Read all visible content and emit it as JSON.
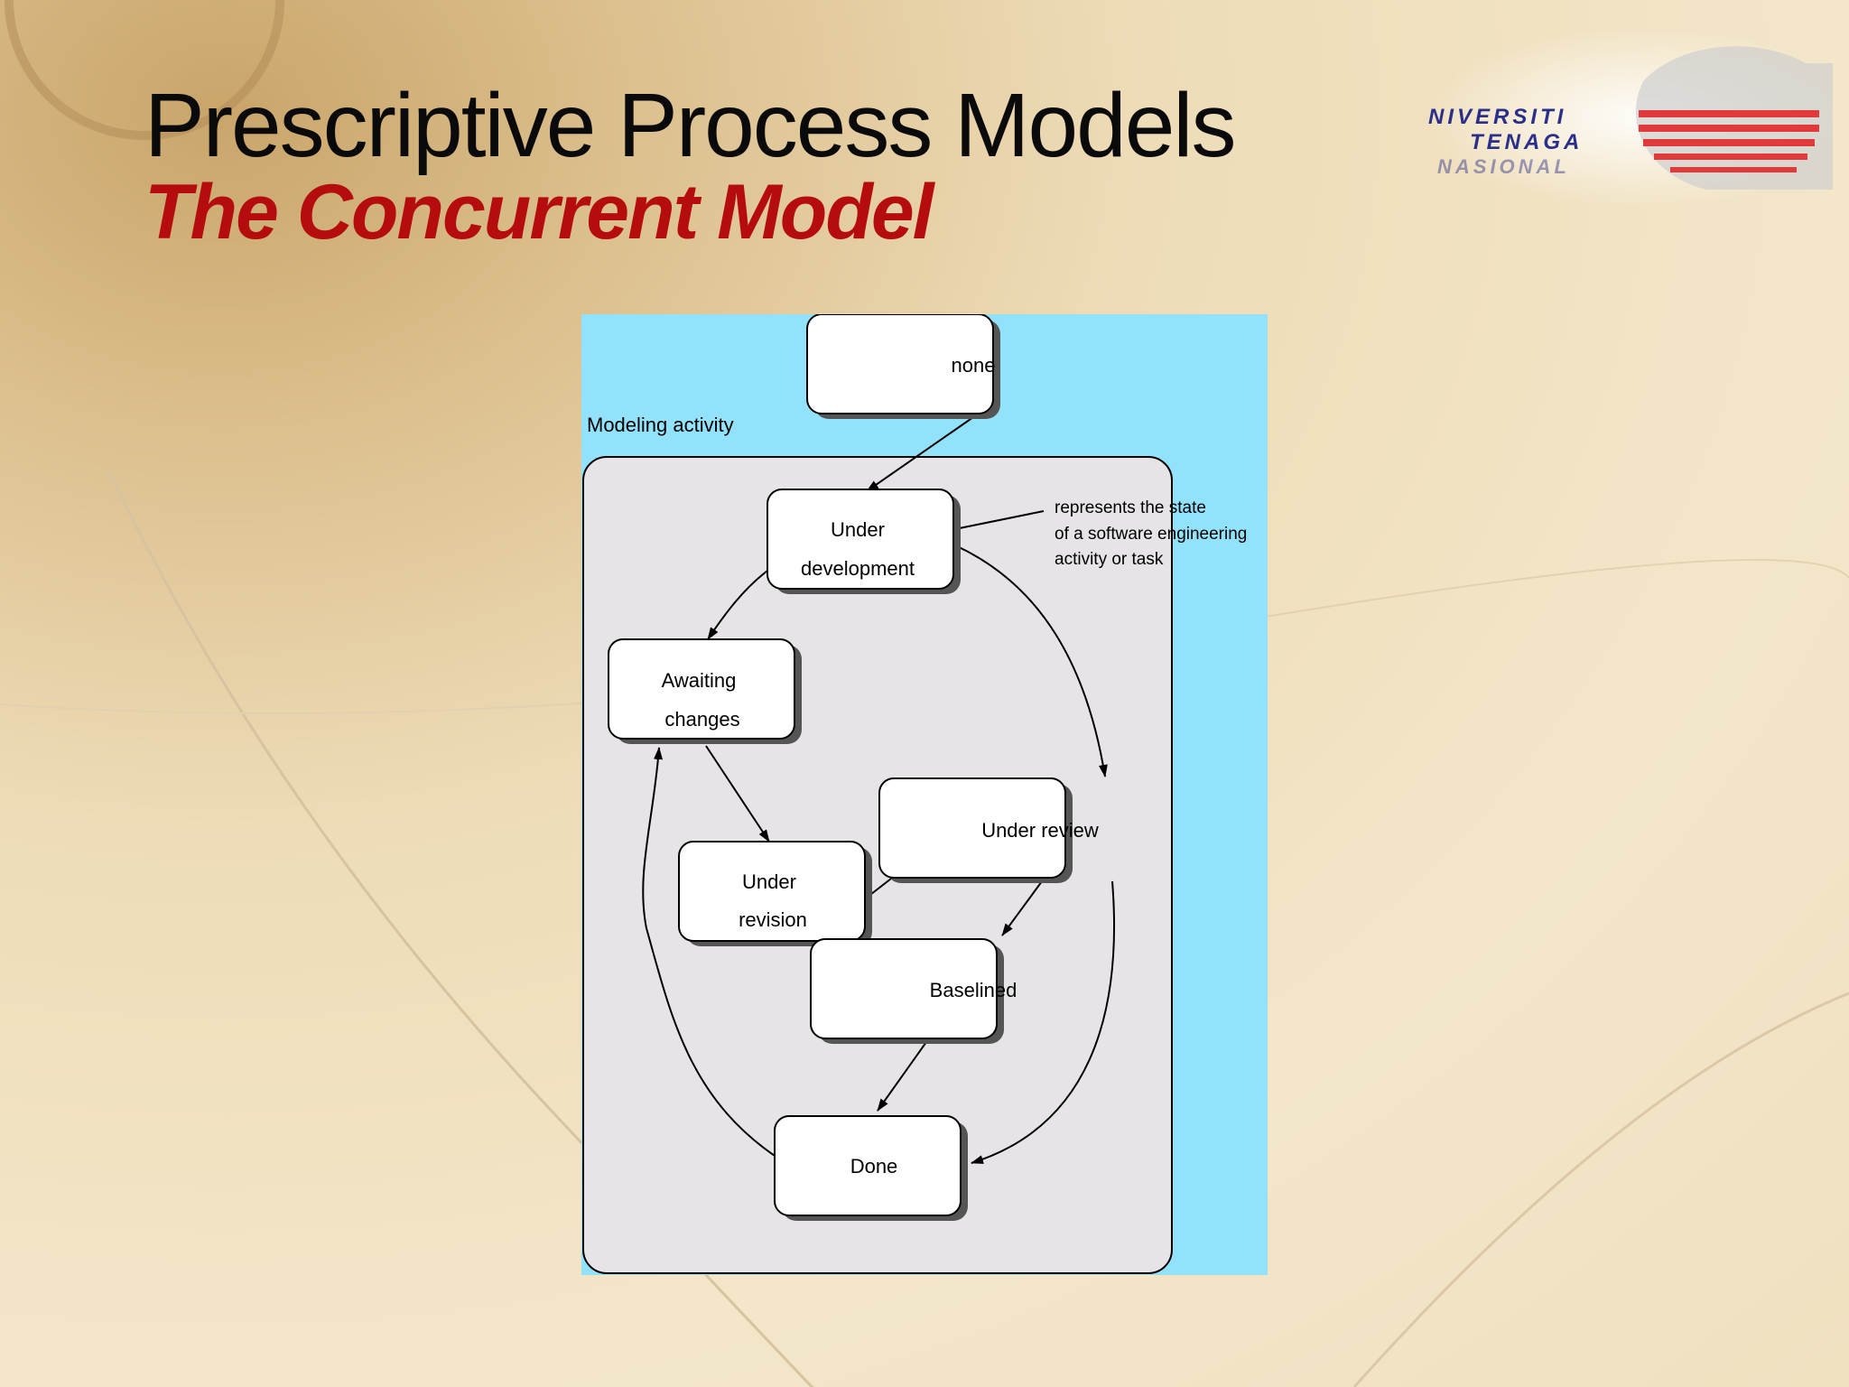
{
  "slide": {
    "title": "Prescriptive Process Models",
    "subtitle": "The Concurrent Model"
  },
  "logo": {
    "lines": [
      "NIVERSITI",
      "TENAGA",
      "NASIONAL"
    ],
    "stripe_color": "#e03a3a",
    "text_color": "#2a2f8a"
  },
  "diagram": {
    "background_color": "#93e2fb",
    "container_color": "#e6e4e6",
    "container_label": "Modeling activity",
    "note": [
      "represents the state",
      "of a software engineering",
      "activity or task"
    ],
    "states": {
      "none": [
        "none"
      ],
      "under_development": [
        "Under",
        "development"
      ],
      "awaiting_changes": [
        "Awaiting",
        "changes"
      ],
      "under_review": [
        "Under review"
      ],
      "under_revision": [
        "Under",
        "revision"
      ],
      "baselined": [
        "Baselined"
      ],
      "done": [
        "Done"
      ]
    }
  }
}
